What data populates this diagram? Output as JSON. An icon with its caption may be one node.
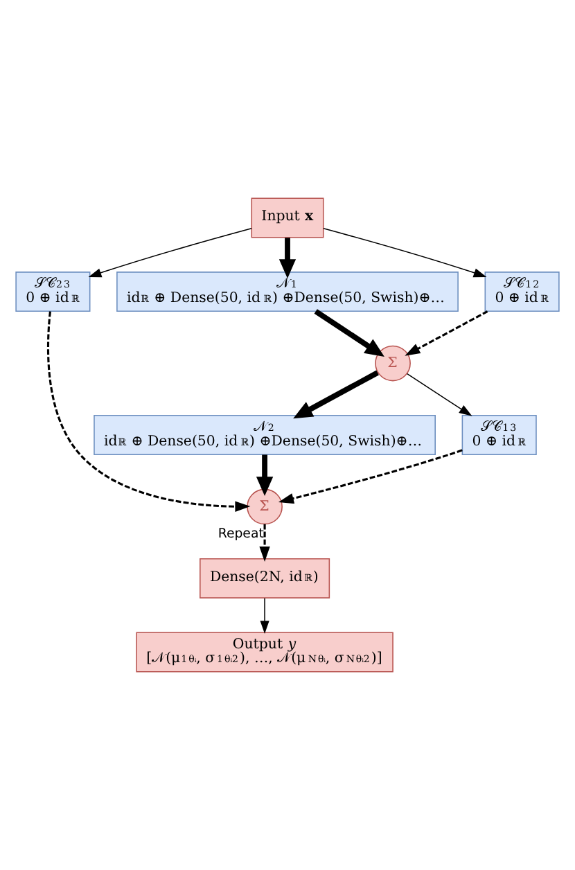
{
  "diagram": {
    "nodes": [
      {
        "text": [
          "Input **x**"
        ]
      },
      {
        "text": [
          "𝒩$_{1}$",
          "id$_{ℝ}$ ⊕ Dense(50, id$_{ℝ}$) ⊕Dense(50, Swish)⊕…"
        ]
      },
      {
        "text": [
          "𝒮𝒞$_{1}$$^{2}$",
          "0 ⊕ id$_{ℝ}$"
        ]
      },
      {
        "text": [
          "𝒮𝒞$_{2}$$^{3}$",
          "0 ⊕ id$_{ℝ}$"
        ]
      },
      {
        "text": [
          "Σ"
        ]
      },
      {
        "text": [
          "𝒩$_{2}$",
          "id$_{ℝ}$ ⊕ Dense(50, id$_{ℝ}$) ⊕Dense(50, Swish)⊕…"
        ]
      },
      {
        "text": [
          "𝒮𝒞$_{1}$$^{3}$",
          "0 ⊕ id$_{ℝ}$"
        ]
      },
      {
        "text": [
          "Σ"
        ]
      },
      {
        "text": [
          "Dense(2N, id$_{ℝ}$)"
        ]
      },
      {
        "text": [
          "Output *y*",
          "[𝒩(μ$^{1}$$_{θᵢ}$, σ$^{1}$$_{θᵢ}$$^{2}$), …, 𝒩(μ$^{N}$$_{θᵢ}$, σ$^{N}$$_{θᵢ}$$^{2}$)]"
        ]
      }
    ],
    "edges": [
      {
        "from": 0,
        "to": 1,
        "arrow": "to",
        "style": "thick"
      },
      {
        "from": 0,
        "to": 2,
        "arrow": "to"
      },
      {
        "from": 0,
        "to": 3,
        "arrow": "to"
      },
      {
        "from": 1,
        "to": 4,
        "arrow": "to",
        "style": "thick"
      },
      {
        "from": 2,
        "to": 4,
        "arrow": "to",
        "style": "dashed"
      },
      {
        "from": 4,
        "to": 5,
        "arrow": "to",
        "style": "thick"
      },
      {
        "from": 4,
        "to": 6,
        "arrow": "to"
      },
      {
        "from": 3,
        "to": 7,
        "arrow": "to",
        "style": "dashed"
      },
      {
        "from": 5,
        "to": 7,
        "arrow": "to",
        "style": "thick"
      },
      {
        "from": 6,
        "to": 7,
        "arrow": "to",
        "style": "dashed"
      },
      {
        "from": 7,
        "to": 8,
        "arrow": "to",
        "style": "dashed",
        "label": "Repeat"
      },
      {
        "from": 8,
        "to": 9,
        "arrow": "to"
      }
    ]
  }
}
